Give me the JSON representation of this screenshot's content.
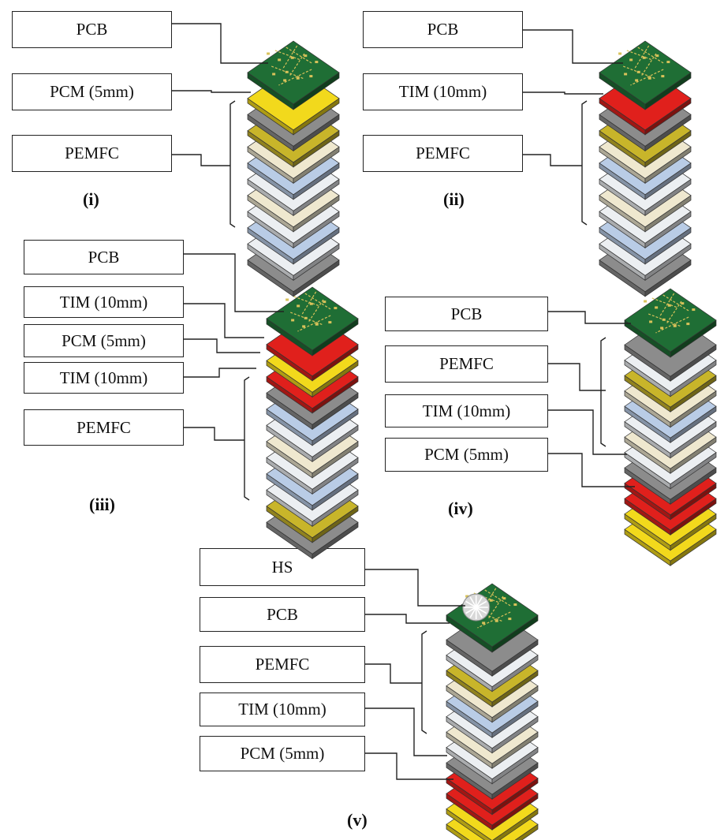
{
  "panels": [
    {
      "caption": "(i)",
      "labels": [
        "PCB",
        "PCM (5mm)",
        "PEMFC"
      ],
      "stack_layers": [
        "pcb",
        "pcm",
        "grey",
        "fc",
        "fc",
        "fc",
        "fc",
        "fc",
        "fc",
        "fc",
        "fc",
        "grey"
      ]
    },
    {
      "caption": "(ii)",
      "labels": [
        "PCB",
        "TIM (10mm)",
        "PEMFC"
      ],
      "stack_layers": [
        "pcb",
        "tim",
        "grey",
        "fc",
        "fc",
        "fc",
        "fc",
        "fc",
        "fc",
        "fc",
        "fc",
        "grey"
      ]
    },
    {
      "caption": "(iii)",
      "labels": [
        "PCB",
        "TIM (10mm)",
        "PCM (5mm)",
        "TIM (10mm)",
        "PEMFC"
      ],
      "stack_layers": [
        "pcb",
        "tim",
        "pcm",
        "tim",
        "grey",
        "fc",
        "fc",
        "fc",
        "fc",
        "fc",
        "fc",
        "fc",
        "grey"
      ]
    },
    {
      "caption": "(iv)",
      "labels": [
        "PCB",
        "PEMFC",
        "TIM (10mm)",
        "PCM (5mm)"
      ],
      "stack_layers": [
        "pcb",
        "grey",
        "fc",
        "fc",
        "fc",
        "fc",
        "fc",
        "fc",
        "fc",
        "grey",
        "tim",
        "tim",
        "pcm",
        "pcm"
      ]
    },
    {
      "caption": "(v)",
      "labels": [
        "HS",
        "PCB",
        "PEMFC",
        "TIM (10mm)",
        "PCM (5mm)"
      ],
      "stack_layers": [
        "pcb",
        "grey",
        "fc",
        "fc",
        "fc",
        "fc",
        "fc",
        "fc",
        "fc",
        "grey",
        "tim",
        "tim",
        "pcm",
        "pcm"
      ]
    }
  ],
  "colors": {
    "pcb": "#1f6e35",
    "pcb_trace": "#d9c25a",
    "pcm": "#f2d91c",
    "tim": "#e0201c",
    "grey": "#8c8c8c",
    "fc_white": "#eceff2",
    "fc_blue": "#b9cce6",
    "fc_yellow": "#c8b52a",
    "fc_cream": "#efe8cf",
    "heat_sink": "#d8d8d8",
    "line": "#222222"
  }
}
